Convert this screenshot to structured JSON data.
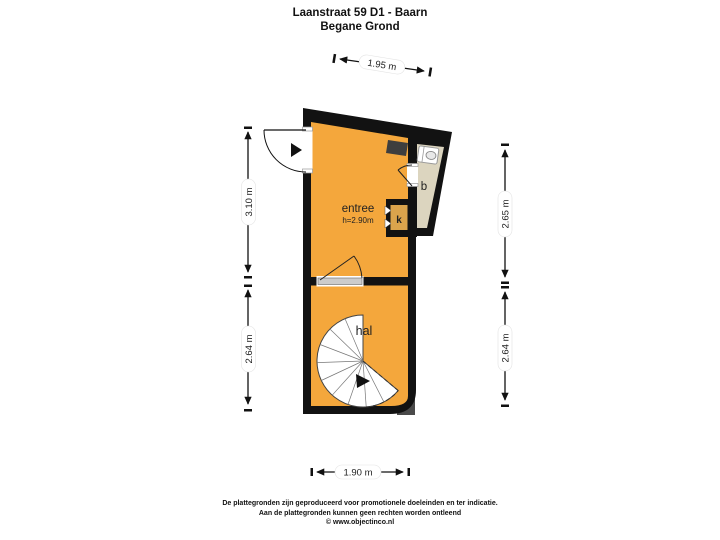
{
  "header": {
    "title_line1": "Laanstraat 59 D1 - Baarn",
    "title_line2": "Begane Grond"
  },
  "floorplan": {
    "rooms": [
      {
        "name": "entree",
        "height_label": "h=2.90m"
      },
      {
        "name": "hal"
      },
      {
        "name": "b"
      },
      {
        "name": "k"
      }
    ],
    "dimensions": {
      "top": "1.95 m",
      "left_upper": "3.10 m",
      "left_lower": "2.64 m",
      "right_upper": "2.65 m",
      "right_lower": "2.64 m",
      "bottom": "1.90 m"
    },
    "colors": {
      "room_fill": "#F4A73C",
      "cabinet_fill": "#DBA44C",
      "bathroom_fill": "#DCD5BF",
      "wall": "#121212"
    }
  },
  "footer": {
    "disclaimer_line1": "De plattegronden zijn geproduceerd voor promotionele doeleinden en ter indicatie.",
    "disclaimer_line2": "Aan de plattegronden kunnen geen rechten worden ontleend",
    "credit": "© www.objectinco.nl"
  }
}
